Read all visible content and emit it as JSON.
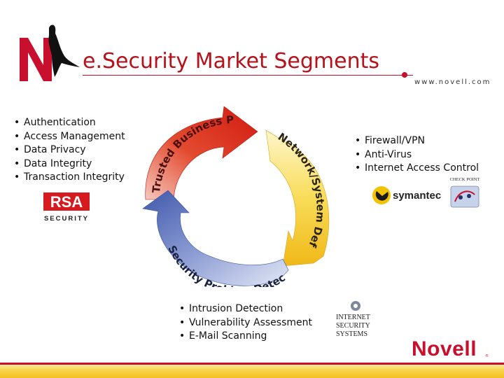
{
  "slide": {
    "title": "e.Security Market Segments",
    "url": "www.novell.com"
  },
  "segments": {
    "left": [
      "Authentication",
      "Access Management",
      "Data Privacy",
      "Data Integrity",
      "Transaction Integrity"
    ],
    "right": [
      "Firewall/VPN",
      "Anti-Virus",
      "Internet Access Control"
    ],
    "bottom": [
      "Intrusion Detection",
      "Vulnerability Assessment",
      "E-Mail Scanning"
    ]
  },
  "cycle": {
    "top_left": "Trusted Business Process",
    "right": "Network/System Defense",
    "bottom": "Security Problem Detection"
  },
  "logos": {
    "rsa": [
      "RSA",
      "SECURITY"
    ],
    "symantec": "symantec.",
    "checkpoint": "CHECK POINT",
    "iss": [
      "INTERNET",
      "SECURITY",
      "SYSTEMS"
    ],
    "novell": "Novell",
    "novell_tm": "®"
  },
  "colors": {
    "brand_red": "#c8102e",
    "arrow_red": "#d7281f",
    "arrow_yellow": "#f3c220",
    "arrow_blue": "#4b62ae"
  }
}
